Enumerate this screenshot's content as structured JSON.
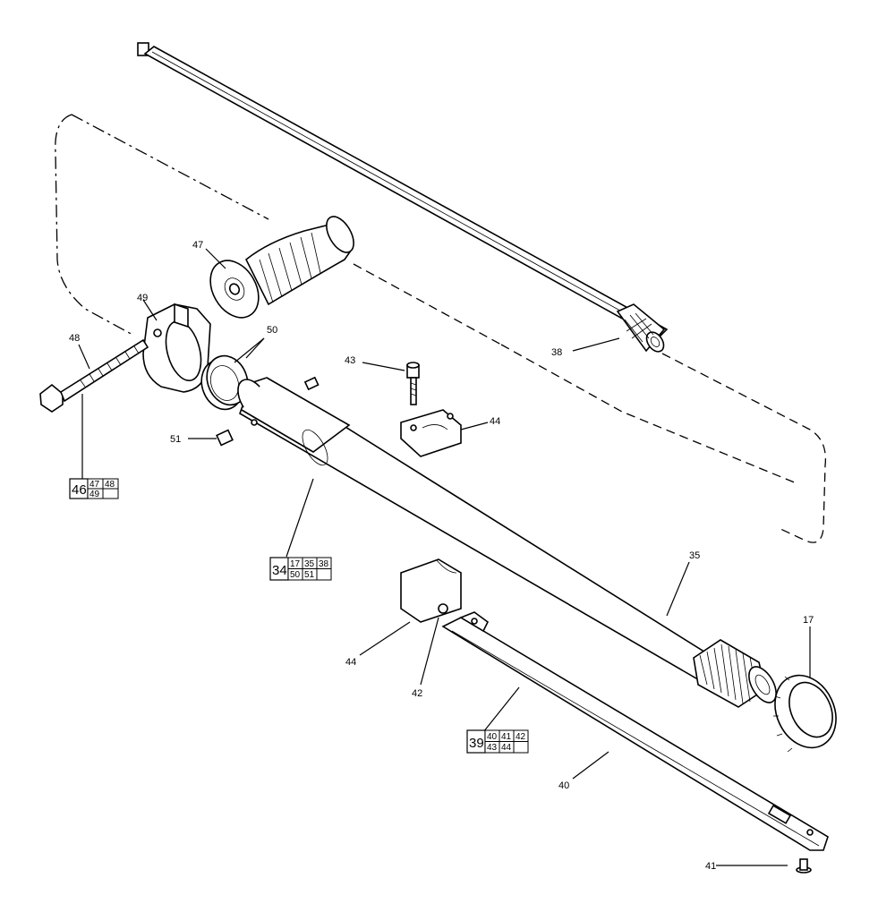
{
  "callouts": {
    "c38": "38",
    "c47": "47",
    "c49": "49",
    "c50": "50",
    "c48": "48",
    "c43": "43",
    "c44a": "44",
    "c51": "51",
    "c35": "35",
    "c17": "17",
    "c44b": "44",
    "c42": "42",
    "c40": "40",
    "c41": "41"
  },
  "kits": {
    "k46": {
      "main": "46",
      "cells": [
        "47",
        "48",
        "49",
        ""
      ]
    },
    "k34": {
      "main": "34",
      "cells": [
        "17",
        "35",
        "38",
        "50",
        "51",
        ""
      ]
    },
    "k39": {
      "main": "39",
      "cells": [
        "40",
        "41",
        "42",
        "43",
        "44",
        ""
      ]
    }
  }
}
